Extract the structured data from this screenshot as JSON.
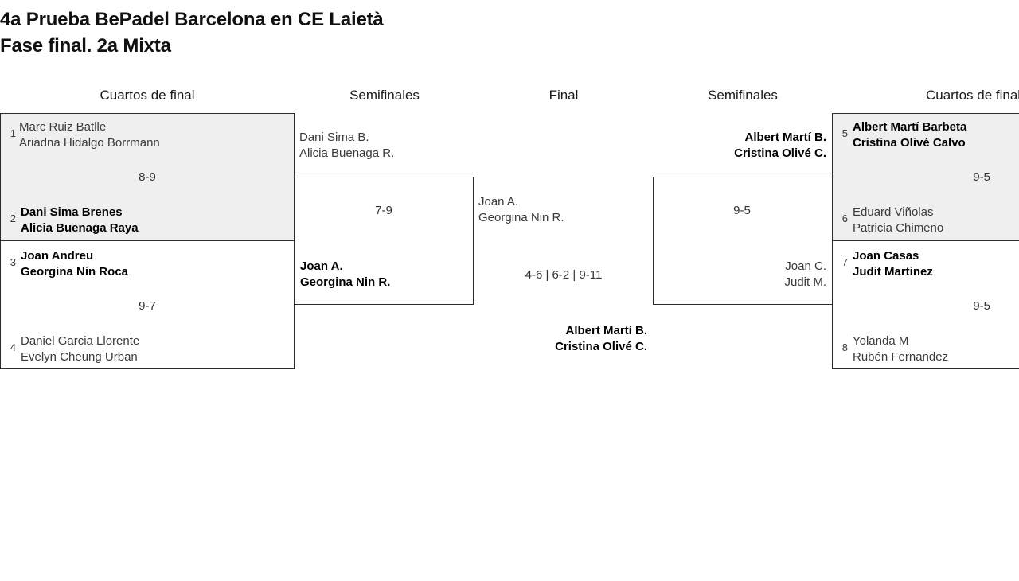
{
  "title": {
    "line1": "4a Prueba BePadel Barcelona en CE Laietà",
    "line2": "Fase final. 2a Mixta"
  },
  "headers": {
    "qf_left": "Cuartos de final",
    "sf_left": "Semifinales",
    "final": "Final",
    "sf_right": "Semifinales",
    "qf_right": "Cuartos de final"
  },
  "colors": {
    "shaded_row": "#efefef",
    "border": "#2b2b2b",
    "loser_text": "#3a3a3a",
    "winner_text": "#000000"
  },
  "bracket": {
    "quarterfinals_left": [
      {
        "score": "8-9",
        "teams": [
          {
            "seed": "1",
            "p1": "Marc Ruiz Batlle",
            "p2": "Ariadna Hidalgo Borrmann",
            "winner": false
          },
          {
            "seed": "2",
            "p1": "Dani Sima Brenes",
            "p2": "Alicia Buenaga Raya",
            "winner": true
          }
        ]
      },
      {
        "score": "9-7",
        "teams": [
          {
            "seed": "3",
            "p1": "Joan Andreu",
            "p2": "Georgina Nin Roca",
            "winner": true
          },
          {
            "seed": "4",
            "p1": "Daniel Garcia Llorente",
            "p2": "Evelyn Cheung Urban",
            "winner": false
          }
        ]
      }
    ],
    "semifinal_left": {
      "score": "7-9",
      "teams": [
        {
          "p1": "Dani Sima B.",
          "p2": "Alicia Buenaga R.",
          "winner": false
        },
        {
          "p1": "Joan A.",
          "p2": "Georgina Nin R.",
          "winner": true
        }
      ]
    },
    "final": {
      "score": "4-6 | 6-2 | 9-11",
      "teams": [
        {
          "p1": "Joan A.",
          "p2": "Georgina Nin R.",
          "winner": false
        },
        {
          "p1": "Albert Martí B.",
          "p2": "Cristina Olivé C.",
          "winner": true
        }
      ]
    },
    "semifinal_right": {
      "score": "9-5",
      "teams": [
        {
          "p1": "Albert Martí B.",
          "p2": "Cristina Olivé C.",
          "winner": true
        },
        {
          "p1": "Joan C.",
          "p2": "Judit M.",
          "winner": false
        }
      ]
    },
    "quarterfinals_right": [
      {
        "score": "9-5",
        "teams": [
          {
            "seed": "5",
            "p1": "Albert Martí Barbeta",
            "p2": "Cristina Olivé Calvo",
            "winner": true
          },
          {
            "seed": "6",
            "p1": "Eduard Viñolas",
            "p2": "Patricia Chimeno",
            "winner": false
          }
        ]
      },
      {
        "score": "9-5",
        "teams": [
          {
            "seed": "7",
            "p1": "Joan Casas",
            "p2": "Judit Martinez",
            "winner": true
          },
          {
            "seed": "8",
            "p1": "Yolanda M",
            "p2": "Rubén Fernandez",
            "winner": false
          }
        ]
      }
    ]
  }
}
